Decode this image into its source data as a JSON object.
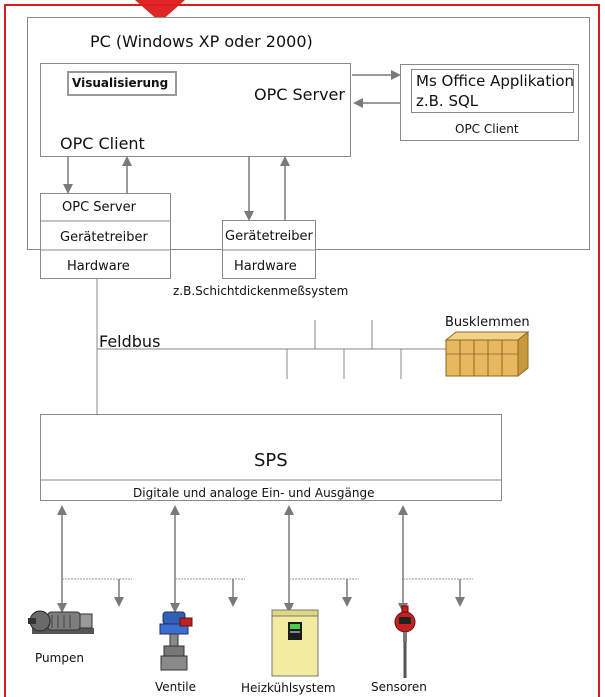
{
  "labels": {
    "pc": "PC (Windows XP oder 2000)",
    "visualisierung": "Visualisierung",
    "opc_server_main": "OPC Server",
    "opc_client_main": "OPC Client",
    "ms_office": "Ms Office Applikation",
    "sql": "z.B. SQL",
    "opc_client_office": "OPC Client",
    "opc_server_left": "OPC Server",
    "geraetetreiber_left": "Gerätetreiber",
    "hardware_left": "Hardware",
    "geraetetreiber_mid": "Gerätetreiber",
    "hardware_mid": "Hardware",
    "schichtdicken": "z.B.Schichtdickenmeßsystem",
    "feldbus": "Feldbus",
    "busklemmen": "Busklemmen",
    "sps": "SPS",
    "io": "Digitale und analoge Ein- und Ausgänge",
    "pumpen": "Pumpen",
    "ventile": "Ventile",
    "heizkuehl": "Heizkühlsystem",
    "sensoren": "Sensoren"
  },
  "colors": {
    "frame": "#d62020",
    "box_border": "#8a8a8a",
    "arrow": "#7a7a7a",
    "busklemmen": "#e8b860"
  }
}
